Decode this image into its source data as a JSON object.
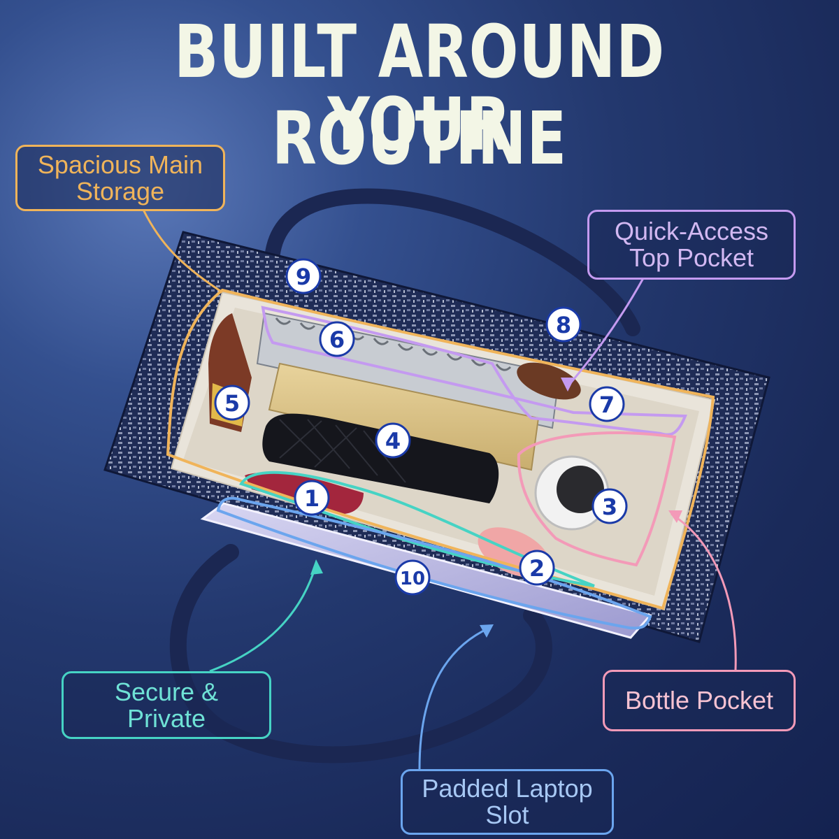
{
  "headline": {
    "line1": "BUILT AROUND YOUR",
    "line2": "ROUTINE"
  },
  "callouts": {
    "main_storage": {
      "line1": "Spacious Main",
      "line2": "Storage",
      "color": "#f0b45a"
    },
    "top_pocket": {
      "line1": "Quick-Access",
      "line2": "Top Pocket",
      "color": "#c49af0"
    },
    "bottle_pocket": {
      "line1": "Bottle Pocket",
      "color": "#f39ab8"
    },
    "secure": {
      "line1": "Secure &",
      "line2": "Private",
      "color": "#46d3c4"
    },
    "laptop": {
      "line1": "Padded Laptop",
      "line2": "Slot",
      "color": "#6ba5ee"
    }
  },
  "markers": [
    "1",
    "2",
    "3",
    "4",
    "5",
    "6",
    "7",
    "8",
    "9",
    "10"
  ],
  "colors": {
    "background": "#23386e",
    "headline": "#f3f6e6",
    "bag_fabric": "#1e2b52",
    "felt": "#e9e4da",
    "marker_text": "#1a3aa8"
  }
}
